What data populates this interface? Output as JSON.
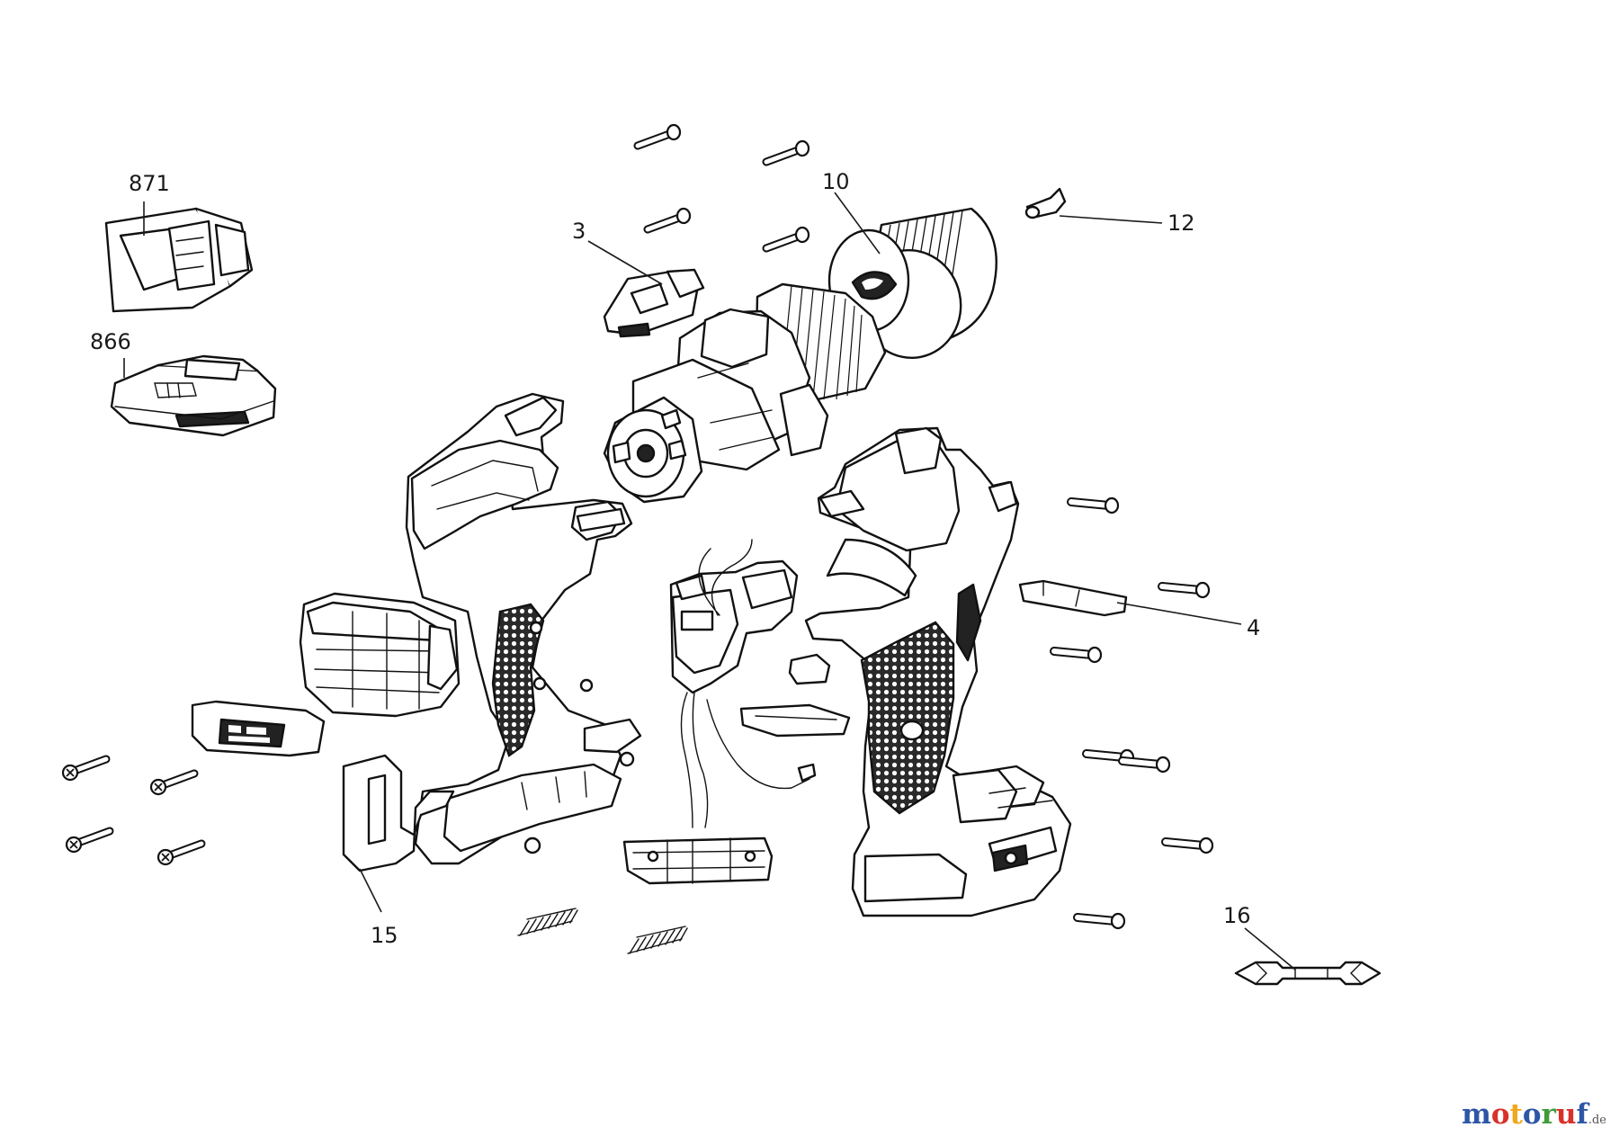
{
  "diagram": {
    "part_labels": {
      "p871": "871",
      "p866": "866",
      "p3": "3",
      "p10": "10",
      "p12": "12",
      "p4": "4",
      "p15": "15",
      "p16": "16"
    },
    "watermark": {
      "brand": "motoruf",
      "suffix": ".de",
      "colors": [
        "#2e56a6",
        "#d8312a",
        "#f0a81c",
        "#2e56a6",
        "#3f9b3a",
        "#d8312a",
        "#2e56a6"
      ]
    },
    "line_color": "#1a1a1a"
  }
}
